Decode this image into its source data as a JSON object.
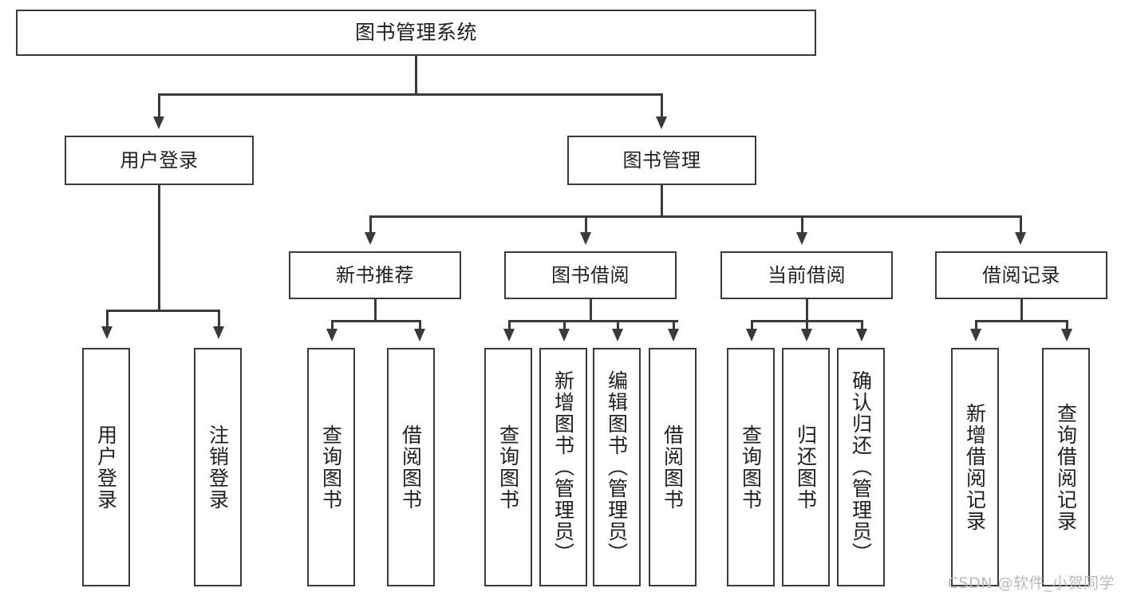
{
  "diagram": {
    "title": "图书管理系统",
    "type": "tree",
    "root": {
      "label": "图书管理系统"
    },
    "level2": [
      {
        "label": "用户登录"
      },
      {
        "label": "图书管理"
      }
    ],
    "level3": [
      {
        "label": "新书推荐"
      },
      {
        "label": "图书借阅"
      },
      {
        "label": "当前借阅"
      },
      {
        "label": "借阅记录"
      }
    ],
    "leaves": {
      "user_login": [
        {
          "label": "用户登录"
        },
        {
          "label": "注销登录"
        }
      ],
      "new_book_recommend": [
        {
          "label": "查询图书"
        },
        {
          "label": "借阅图书"
        }
      ],
      "book_borrow": [
        {
          "label": "查询图书"
        },
        {
          "label": "新增图书（管理员）"
        },
        {
          "label": "编辑图书（管理员）"
        },
        {
          "label": "借阅图书"
        }
      ],
      "current_borrow": [
        {
          "label": "查询图书"
        },
        {
          "label": "归还图书"
        },
        {
          "label": "确认归还（管理员）"
        }
      ],
      "borrow_record": [
        {
          "label": "新增借阅记录"
        },
        {
          "label": "查询借阅记录"
        }
      ]
    }
  },
  "watermark": {
    "text": "CSDN @软件_小贺同学"
  },
  "colors": {
    "stroke": "#3a3a3a",
    "background": "#ffffff",
    "text": "#1f1f1f",
    "watermark": "#b9b9b9"
  }
}
